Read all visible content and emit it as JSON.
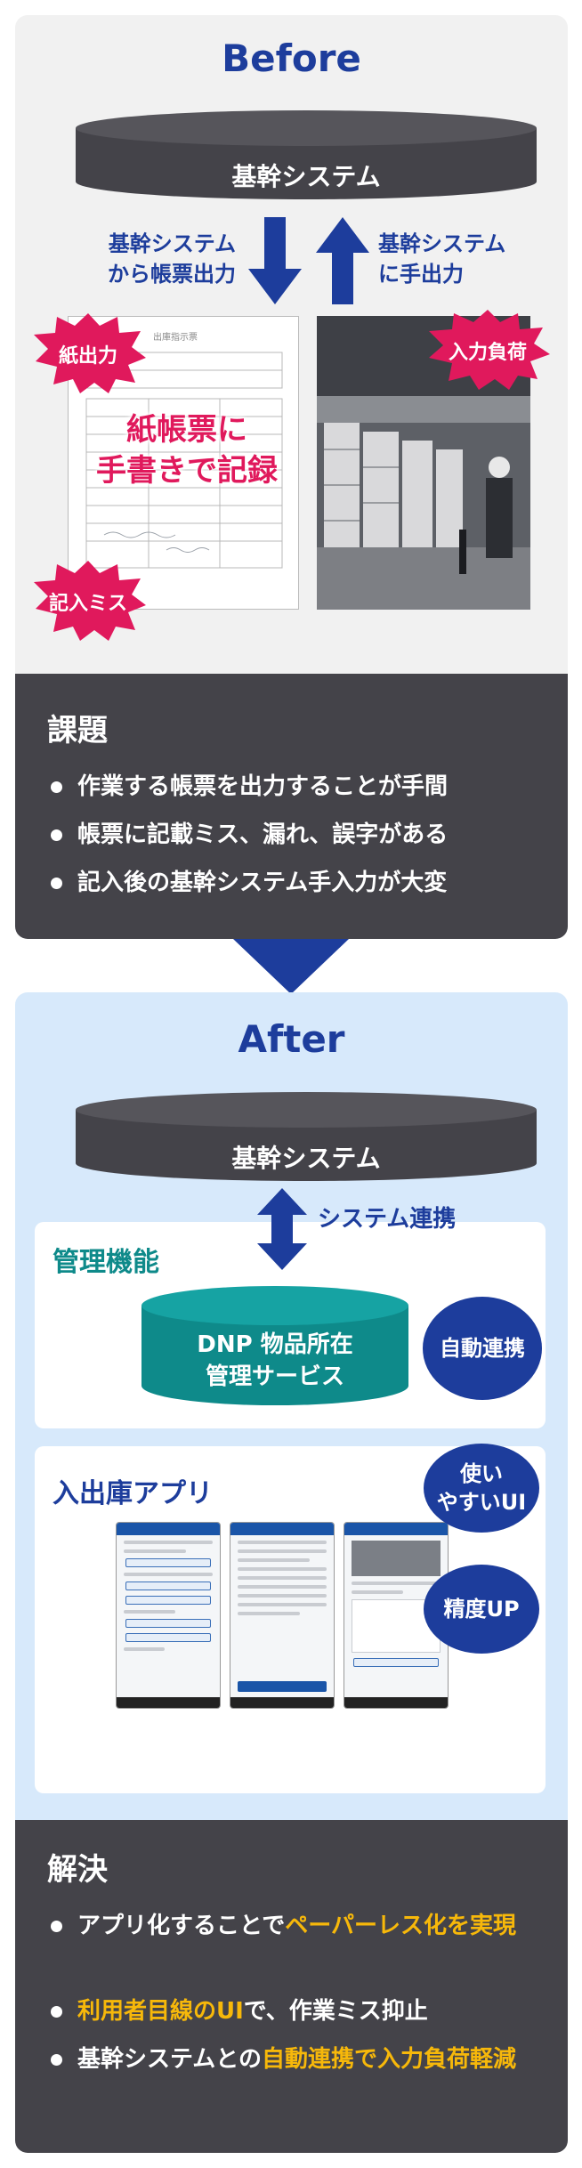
{
  "before": {
    "title": "Before",
    "system_label": "基幹システム",
    "arrow_down_label": [
      "基幹システム",
      "から帳票出力"
    ],
    "arrow_up_label": [
      "基幹システム",
      "に手出力"
    ],
    "burst_paper_out": "紙出力",
    "burst_input_load": "入力負荷",
    "burst_entry_error": "記入ミス",
    "handwrite_text": [
      "紙帳票に",
      "手書きで記録"
    ]
  },
  "issues": {
    "heading": "課題",
    "items": [
      "作業する帳票を出力することが手間",
      "帳票に記載ミス、漏れ、誤字がある",
      "記入後の基幹システム手入力が大変"
    ]
  },
  "after": {
    "title": "After",
    "system_label": "基幹システム",
    "link_label": "システム連携",
    "management": {
      "title": "管理機能",
      "service_label": [
        "DNP 物品所在",
        "管理サービス"
      ],
      "auto_link_badge": "自動連携"
    },
    "app": {
      "title": "入出庫アプリ",
      "badge_easy": [
        "使い",
        "やすいUI"
      ],
      "badge_accuracy": "精度UP"
    }
  },
  "solution": {
    "heading": "解決",
    "items": [
      {
        "parts": [
          {
            "t": "アプリ化することで",
            "hl": false
          },
          {
            "t": "ペーパーレス化を実現",
            "hl": true
          }
        ]
      },
      {
        "parts": [
          {
            "t": "利用者目線のUI",
            "hl": true
          },
          {
            "t": "で、作業ミス抑止",
            "hl": false
          }
        ]
      },
      {
        "parts": [
          {
            "t": "基幹システムとの",
            "hl": false
          },
          {
            "t": "自動連携で入力負荷軽減",
            "hl": true
          }
        ]
      }
    ]
  },
  "colors": {
    "navy": "#1d3d9c",
    "dark": "#444349",
    "magenta": "#e0195c",
    "teal": "#0e8a8a",
    "highlight": "#f7b80a",
    "after_bg": "#d7e9fb"
  }
}
